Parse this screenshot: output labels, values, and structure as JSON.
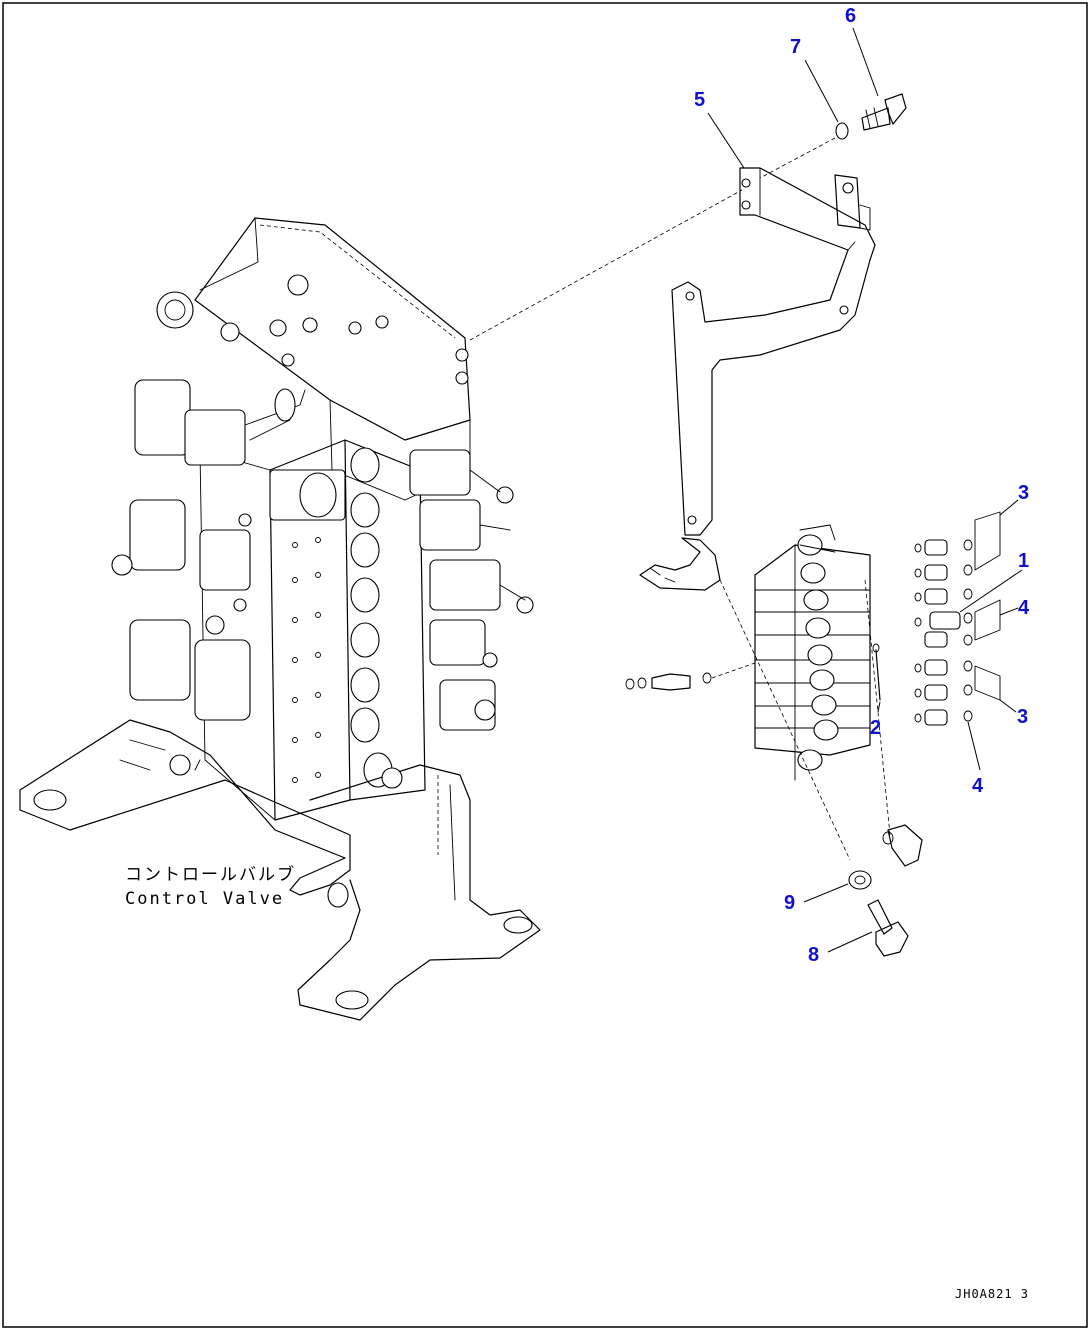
{
  "caption": {
    "jp": "コントロールバルブ",
    "en": "Control Valve"
  },
  "drawing_code": "JH0A821 3",
  "callouts": [
    "6",
    "7",
    "5",
    "3",
    "1",
    "4",
    "2",
    "3",
    "4",
    "9",
    "8"
  ]
}
